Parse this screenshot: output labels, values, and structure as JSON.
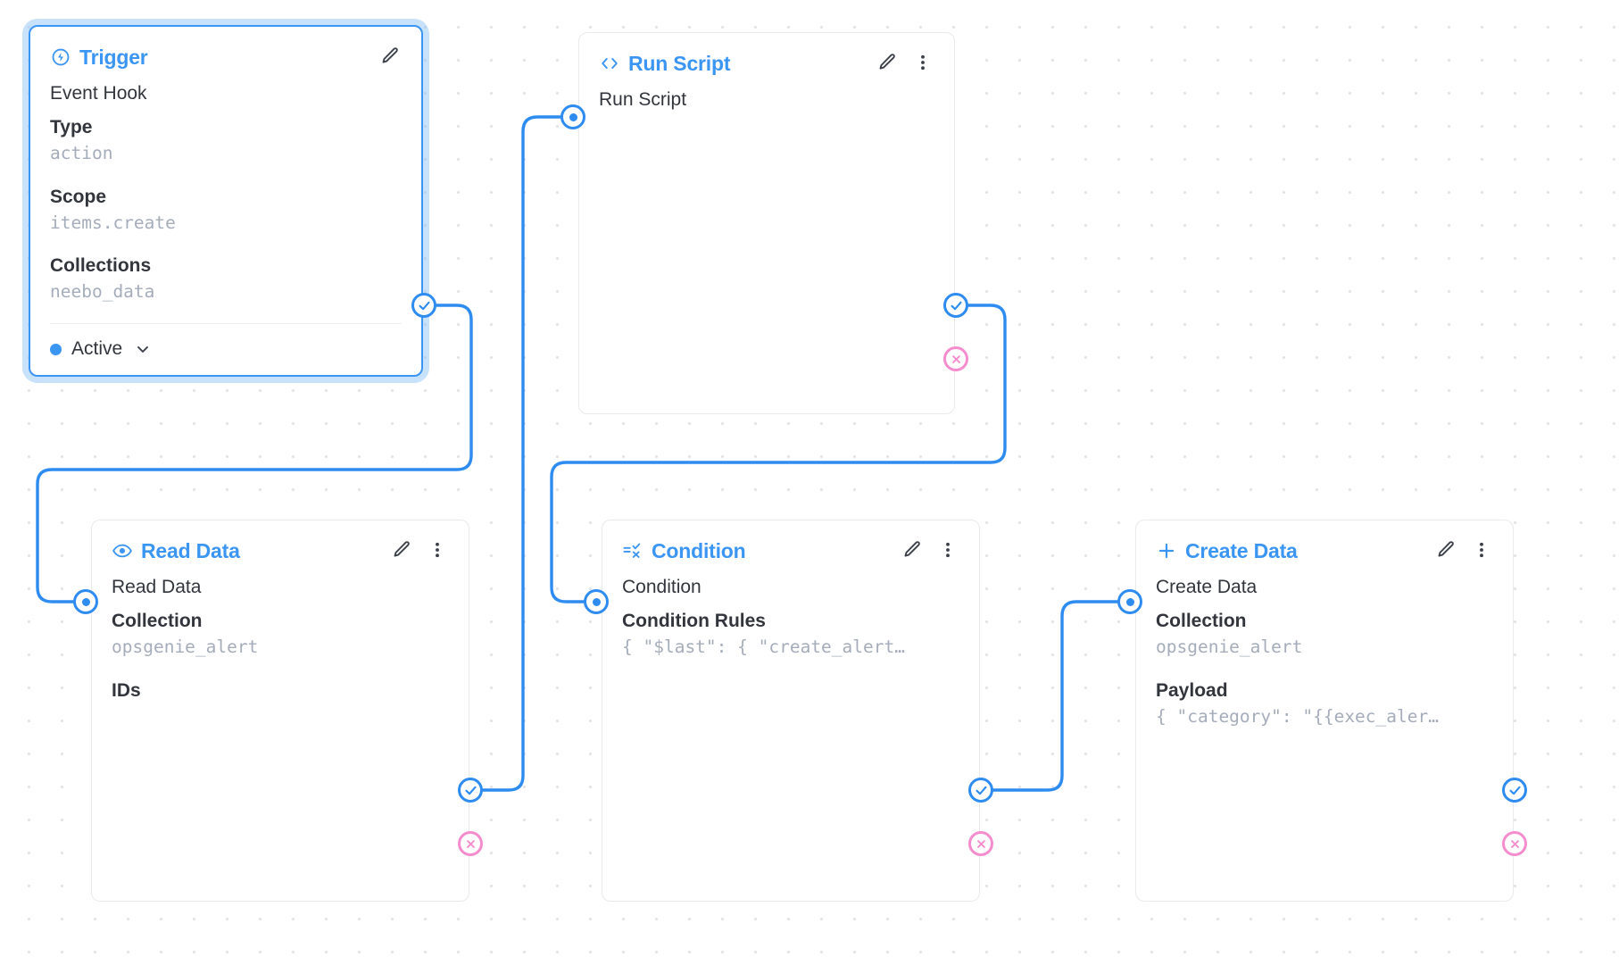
{
  "canvas": {
    "background_color": "#ffffff",
    "dot_color": "#e2e4e8",
    "accent_color": "#3b95f3",
    "wire_color": "#2e8cf0",
    "reject_color": "#f58ccd",
    "value_color": "#a5adbb"
  },
  "nodes": {
    "trigger": {
      "title": "Trigger",
      "icon": "bolt-circle-icon",
      "selected": true,
      "name": "Event Hook",
      "fields": [
        {
          "label": "Type",
          "value": "action"
        },
        {
          "label": "Scope",
          "value": "items.create"
        },
        {
          "label": "Collections",
          "value": "neebo_data"
        }
      ],
      "status": "Active",
      "edit_icon": "pencil-icon"
    },
    "run_script": {
      "title": "Run Script",
      "icon": "code-brackets-icon",
      "name": "Run Script",
      "fields": [],
      "edit_icon": "pencil-icon",
      "menu_icon": "more-vertical-icon"
    },
    "read_data": {
      "title": "Read Data",
      "icon": "eye-icon",
      "name": "Read Data",
      "fields": [
        {
          "label": "Collection",
          "value": "opsgenie_alert"
        },
        {
          "label": "IDs",
          "value": ""
        }
      ],
      "edit_icon": "pencil-icon",
      "menu_icon": "more-vertical-icon"
    },
    "condition": {
      "title": "Condition",
      "icon": "rule-check-icon",
      "name": "Condition",
      "fields": [
        {
          "label": "Condition Rules",
          "value": "{ \"$last\": { \"create_alert…"
        }
      ],
      "edit_icon": "pencil-icon",
      "menu_icon": "more-vertical-icon"
    },
    "create_data": {
      "title": "Create Data",
      "icon": "plus-icon",
      "name": "Create Data",
      "fields": [
        {
          "label": "Collection",
          "value": "opsgenie_alert"
        },
        {
          "label": "Payload",
          "value": "{ \"category\": \"{{exec_aler…"
        }
      ],
      "edit_icon": "pencil-icon",
      "menu_icon": "more-vertical-icon"
    }
  },
  "ports": {
    "resolve_icon": "check-circle-icon",
    "reject_icon": "x-circle-icon",
    "input_icon": "dot-circle-icon"
  }
}
